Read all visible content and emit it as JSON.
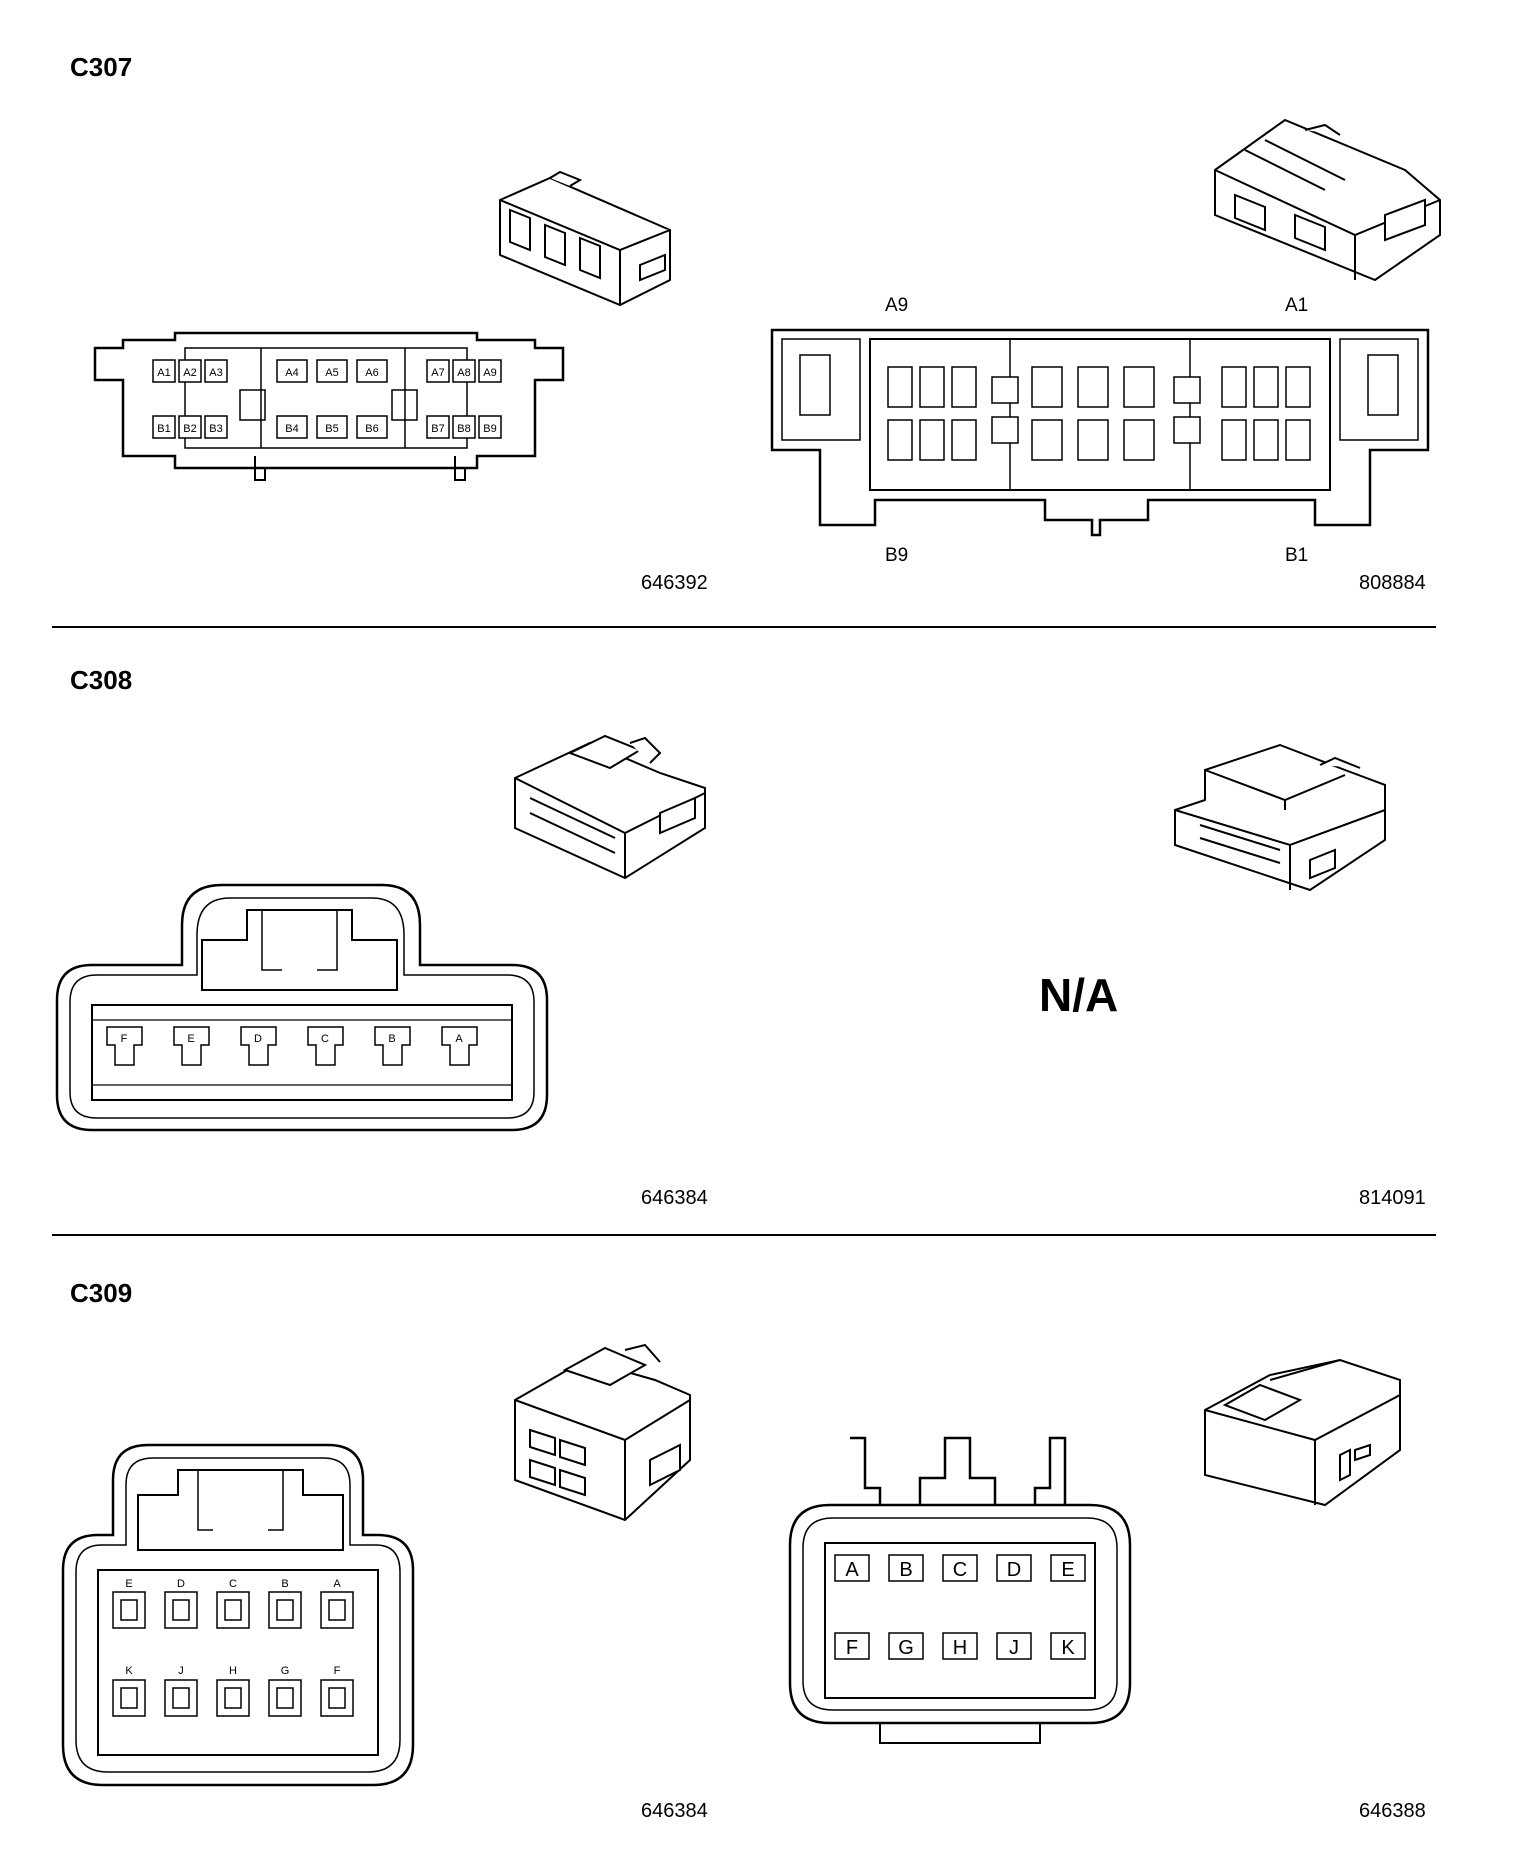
{
  "sections": [
    {
      "title": "C307",
      "left": {
        "part_number": "646392",
        "cavities_row_a": [
          "A1",
          "A2",
          "A3",
          "A4",
          "A5",
          "A6",
          "A7",
          "A8",
          "A9"
        ],
        "cavities_row_b": [
          "B1",
          "B2",
          "B3",
          "B4",
          "B5",
          "B6",
          "B7",
          "B8",
          "B9"
        ]
      },
      "right": {
        "part_number": "808884",
        "corner_labels": {
          "top_left": "A9",
          "top_right": "A1",
          "bottom_left": "B9",
          "bottom_right": "B1"
        }
      }
    },
    {
      "title": "C308",
      "left": {
        "part_number": "646384",
        "cavities": [
          "F",
          "E",
          "D",
          "C",
          "B",
          "A"
        ]
      },
      "right": {
        "part_number": "814091",
        "note": "N/A"
      }
    },
    {
      "title": "C309",
      "left": {
        "part_number": "646384",
        "cavities_top": [
          "E",
          "D",
          "C",
          "B",
          "A"
        ],
        "cavities_bottom": [
          "K",
          "J",
          "H",
          "G",
          "F"
        ]
      },
      "right": {
        "part_number": "646388",
        "cavities_top": [
          "A",
          "B",
          "C",
          "D",
          "E"
        ],
        "cavities_bottom": [
          "F",
          "G",
          "H",
          "J",
          "K"
        ]
      }
    }
  ]
}
